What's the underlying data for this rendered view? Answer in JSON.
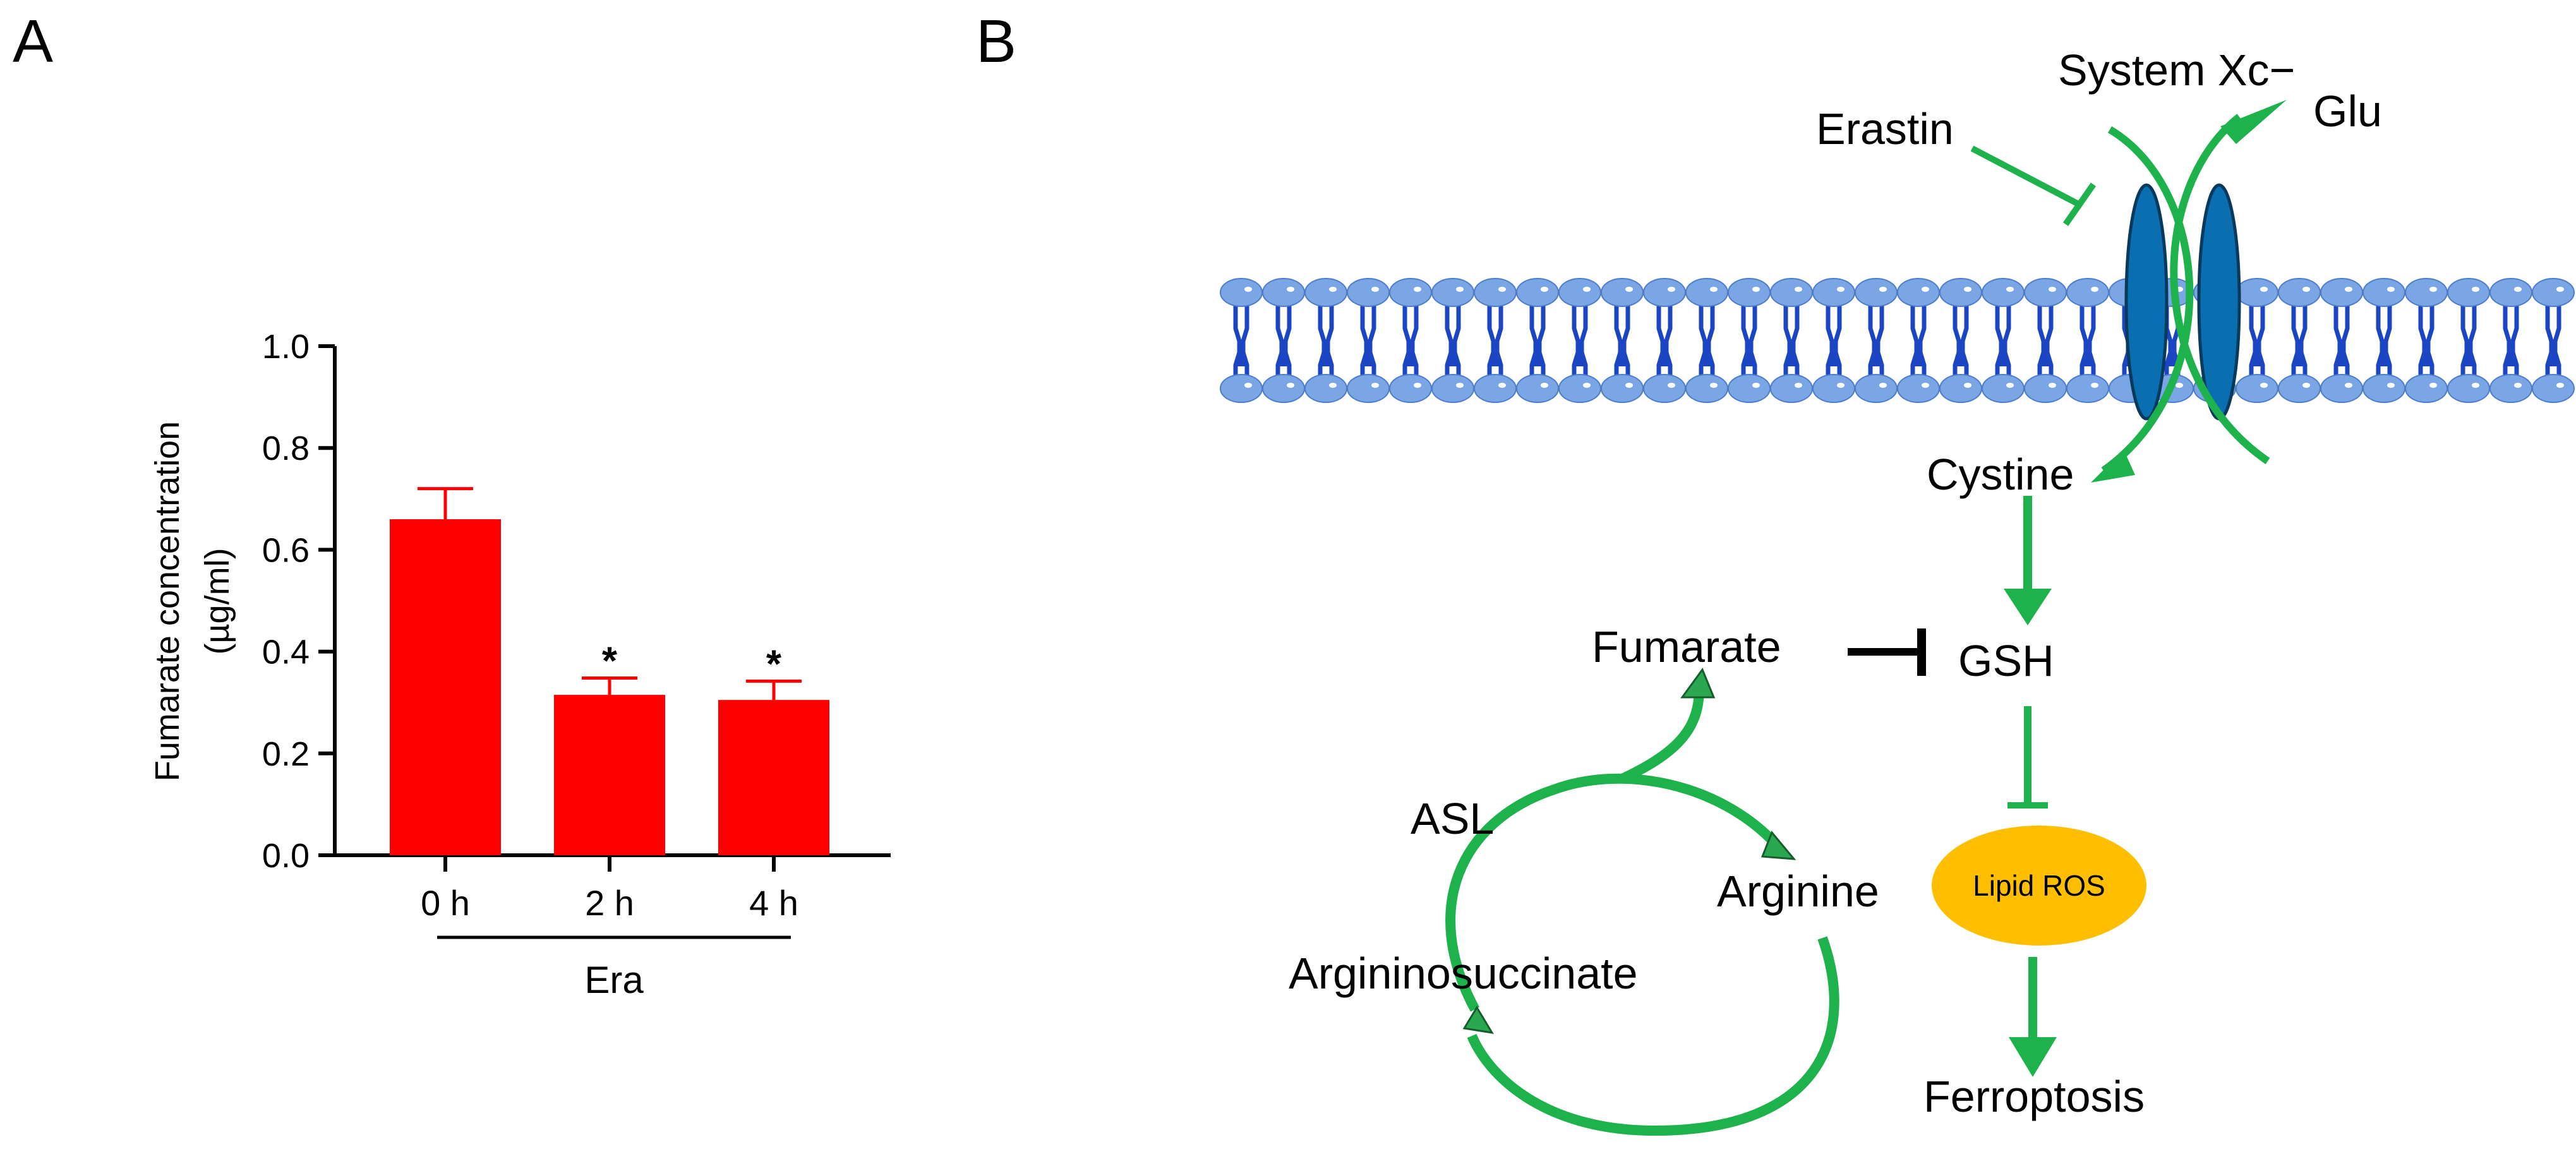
{
  "panels": {
    "a_label": "A",
    "b_label": "B"
  },
  "colors": {
    "bar": "#ff0000",
    "axis": "#000000",
    "arrow_green": "#1db24b",
    "channel_blue": "#0a6fb0",
    "lipid_head": "#7aa6e6",
    "lipid_tail": "#1b45c2",
    "lipid_ros": "#ffbf00"
  },
  "chart_data": {
    "type": "bar",
    "title": "",
    "xlabel": "Era",
    "ylabel": "Fumarate concentration",
    "ylabel_unit": "(µg/ml)",
    "ylim": [
      0,
      1.0
    ],
    "yticks": [
      "0.0",
      "0.2",
      "0.4",
      "0.6",
      "0.8",
      "1.0"
    ],
    "categories": [
      "0 h",
      "2 h",
      "4 h"
    ],
    "values": [
      0.66,
      0.315,
      0.305
    ],
    "errors": [
      0.06,
      0.033,
      0.037
    ],
    "significance": [
      "",
      "*",
      "*"
    ],
    "grid": false,
    "legend": "none"
  },
  "diagram": {
    "transporter": "System Xc−",
    "glu": "Glu",
    "erastin": "Erastin",
    "cystine": "Cystine",
    "gsh": "GSH",
    "fumarate": "Fumarate",
    "asl": "ASL",
    "arginine": "Arginine",
    "argininosuccinate": "Argininosuccinate",
    "lipid_ros": "Lipid ROS",
    "ferroptosis": "Ferroptosis"
  }
}
